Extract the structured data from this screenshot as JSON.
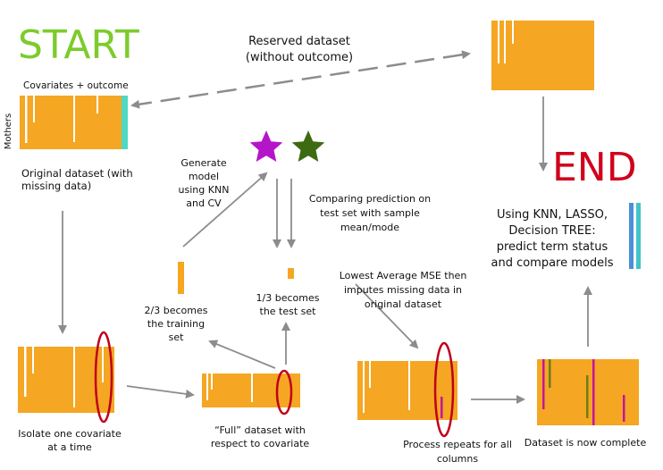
{
  "colors": {
    "orange": "#F5A623",
    "white_line": "#ffffff",
    "teal": "#4FD8C4",
    "magenta": "#C2169B",
    "olive": "#6B7F1A",
    "purple_star": "#B515C9",
    "green_star": "#3E6B12",
    "start_green": "#7DCB2C",
    "end_red": "#D0021B",
    "ellipse_red": "#C0001A",
    "blue": "#4A90D9",
    "teal_bar": "#3FC4C8",
    "arrow": "#8c8c8c"
  },
  "labels": {
    "start": "START",
    "end": "END",
    "reserved": "Reserved dataset\n(without outcome)",
    "covariates": "Covariates + outcome",
    "mothers": "Mothers",
    "original": "Original dataset (with\nmissing data)",
    "generate": "Generate\nmodel\nusing KNN\nand CV",
    "comparing": "Comparing prediction on\ntest set with sample\nmean/mode",
    "lowest_mse": "Lowest Average MSE then\nimputes missing data in\noriginal dataset",
    "training": "2/3 becomes\nthe training\nset",
    "test": "1/3 becomes\nthe test set",
    "using_knn": "Using KNN, LASSO,\nDecision TREE:\npredict term status\nand compare models",
    "isolate": "Isolate one covariate\nat a time",
    "full": "“Full” dataset with\nrespect to covariate",
    "process": "Process repeats for all\ncolumns",
    "complete": "Dataset is now complete"
  },
  "icons": [
    "star-icon-purple",
    "star-icon-green"
  ]
}
